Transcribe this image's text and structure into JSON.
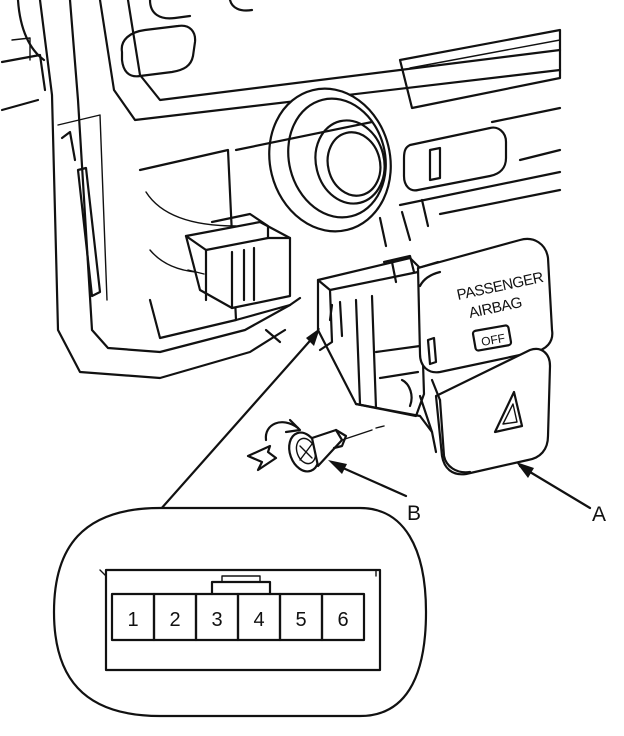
{
  "switch_text": {
    "line1": "PASSENGER",
    "line2": "AIRBAG",
    "off": "OFF"
  },
  "callouts": {
    "a": "A",
    "b": "B"
  },
  "connector_pins": [
    "1",
    "2",
    "3",
    "4",
    "5",
    "6"
  ],
  "colors": {
    "line": "#111111",
    "background": "#ffffff"
  }
}
